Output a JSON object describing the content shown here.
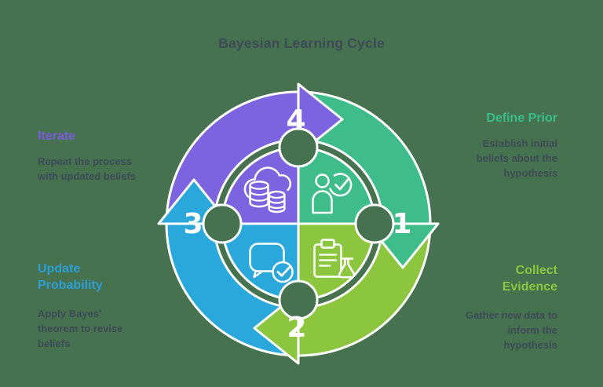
{
  "title": "Bayesian Learning Cycle",
  "colors": {
    "background": "#47724F",
    "outline": "#FFFFFF",
    "text_dark": "#3D4A57",
    "step1_green": "#3EBD8B",
    "step2_olive": "#8CC63F",
    "step3_blue": "#2AA8DC",
    "step4_purple": "#7C64E0"
  },
  "steps": {
    "one": {
      "number": "1",
      "heading": [
        "Define Prior"
      ],
      "body": [
        "Establish initial",
        "beliefs about the",
        "hypothesis"
      ],
      "color": "#3EBD8B",
      "icon": "person-check-icon",
      "position": "top-right"
    },
    "two": {
      "number": "2",
      "heading": [
        "Collect",
        "Evidence"
      ],
      "body": [
        "Gather new data to",
        "inform the",
        "hypothesis"
      ],
      "color": "#8CC63F",
      "icon": "clipboard-flask-icon",
      "position": "bottom-right"
    },
    "three": {
      "number": "3",
      "heading": [
        "Update",
        "Probability"
      ],
      "body": [
        "Apply Bayes'",
        "theorem to revise",
        "beliefs"
      ],
      "color": "#2AA8DC",
      "icon": "chat-check-icon",
      "position": "bottom-left"
    },
    "four": {
      "number": "4",
      "heading": [
        "Iterate"
      ],
      "body": [
        "Repeat the process",
        "with updated beliefs"
      ],
      "color": "#7C64E0",
      "icon": "database-cloud-icon",
      "position": "top-left"
    }
  }
}
